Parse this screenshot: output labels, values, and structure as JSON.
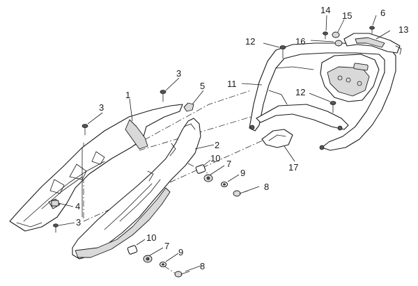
{
  "callouts": [
    {
      "id": "c1",
      "text": "1"
    },
    {
      "id": "c2",
      "text": "2"
    },
    {
      "id": "c3a",
      "text": "3"
    },
    {
      "id": "c3b",
      "text": "3"
    },
    {
      "id": "c3c",
      "text": "3"
    },
    {
      "id": "c4",
      "text": "4"
    },
    {
      "id": "c5",
      "text": "5"
    },
    {
      "id": "c6",
      "text": "6"
    },
    {
      "id": "c7a",
      "text": "7"
    },
    {
      "id": "c7b",
      "text": "7"
    },
    {
      "id": "c8a",
      "text": "8"
    },
    {
      "id": "c8b",
      "text": "8"
    },
    {
      "id": "c9a",
      "text": "9"
    },
    {
      "id": "c9b",
      "text": "9"
    },
    {
      "id": "c10a",
      "text": "10"
    },
    {
      "id": "c10b",
      "text": "10"
    },
    {
      "id": "c11",
      "text": "11"
    },
    {
      "id": "c12a",
      "text": "12"
    },
    {
      "id": "c12b",
      "text": "12"
    },
    {
      "id": "c13",
      "text": "13"
    },
    {
      "id": "c14",
      "text": "14"
    },
    {
      "id": "c15",
      "text": "15"
    },
    {
      "id": "c16",
      "text": "16"
    },
    {
      "id": "c17",
      "text": "17"
    }
  ]
}
